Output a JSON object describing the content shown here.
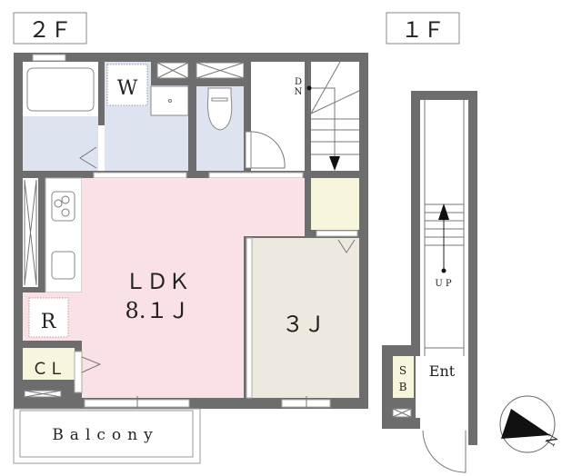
{
  "floors": {
    "second": {
      "label": "２Ｆ",
      "rooms": {
        "washroom": "W",
        "stairs_direction": "D N",
        "stairs_d": "D",
        "stairs_n": "N",
        "ldk_name": "ＬＤＫ",
        "ldk_size": "8.１Ｊ",
        "bedroom_size": "３Ｊ",
        "refrigerator": "R",
        "closet": "ＣＬ",
        "balcony": "Balcony"
      }
    },
    "first": {
      "label": "１Ｆ",
      "rooms": {
        "stairs_up": "UP",
        "shoe_box_s": "S",
        "shoe_box_b": "B",
        "entrance": "Ent"
      }
    }
  },
  "compass": {
    "north_label": "N"
  },
  "colors": {
    "wall": "#6d6d6d",
    "wet_area": "#dde4f0",
    "ldk": "#f9e1e5",
    "bedroom": "#ede9df",
    "storage": "#f7f5dc"
  }
}
